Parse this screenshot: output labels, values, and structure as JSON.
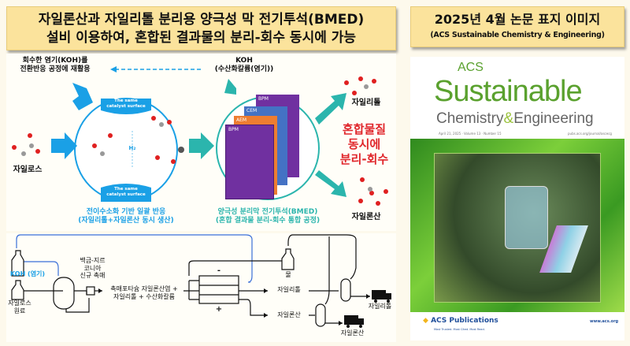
{
  "left_title": {
    "line1": "자일론산과 자일리톨 분리용 양극성 막 전기투석(BMED)",
    "line2": "설비 이용하여, 혼합된 결과물의 분리-회수 동시에 가능"
  },
  "diagram": {
    "recycle_label": {
      "line1": "회수한 염기(KOH)를",
      "line2": "전환반응 공정에 재활용"
    },
    "koh_label": {
      "line1": "KOH",
      "line2": "(수산화칼륨(염기))"
    },
    "xylose": "자일로스",
    "catalyst_top": {
      "line1": "The same",
      "line2": "catalyst surface"
    },
    "catalyst_bottom": {
      "line1": "The same",
      "line2": "catalyst surface"
    },
    "h2": "H₂",
    "membranes": [
      "BPM",
      "CEM",
      "AEM",
      "BPM"
    ],
    "left_caption": {
      "line1": "전이수소화 기반 일괄 반응",
      "line2": "(자일리톨+자일론산 동시 생산)"
    },
    "right_caption": {
      "line1": "양극성 분리막 전기투석(BMED)",
      "line2": "(혼합 결과물 분리-회수 통합 공정)"
    },
    "result_red": {
      "line1": "혼합물질",
      "line2": "동시에",
      "line3": "분리-회수"
    },
    "xylitol": "자일리톨",
    "xylonic": "자일론산"
  },
  "process": {
    "koh": "KOH (염기)",
    "xylose_feed": {
      "line1": "자일로스",
      "line2": "원료"
    },
    "catalyst": {
      "line1": "백금-지르",
      "line2": "코니아",
      "line3": "신규 촉매"
    },
    "mixture": {
      "line1": "촉매포타슘 자일론산염 +",
      "line2": "자일리톨 + 수산화칼륨"
    },
    "minus": "-",
    "plus": "+",
    "water": "물",
    "xylitol": "자일리톨",
    "xylonic": "자일론산",
    "truck_xylitol": "자일리톨",
    "truck_xylonic": "자일론산"
  },
  "right_title": {
    "line1": "2025년 4월 논문 표지 이미지",
    "line2": "(ACS Sustainable Chemistry & Engineering)"
  },
  "cover": {
    "acs": "ACS",
    "sustainable": "Sustainable",
    "chem": "Chemistry",
    "amp": "&",
    "eng": "Engineering",
    "issue": "April 21, 2025 · Volume 13 · Number 15",
    "url": "pubs.acs.org/journal/ascecg",
    "publisher": "ACS Publications",
    "tagline": "Most Trusted. Most Cited. Most Read.",
    "site": "www.acs.org"
  },
  "colors": {
    "accent_blue": "#1aa0e6",
    "red": "#e0262b",
    "teal": "#2bb5ad",
    "title_bg": "#fbe39c",
    "purple": "#7030a0",
    "orange": "#ed7d31",
    "blue": "#4472c4",
    "green": "#5aa12e"
  }
}
